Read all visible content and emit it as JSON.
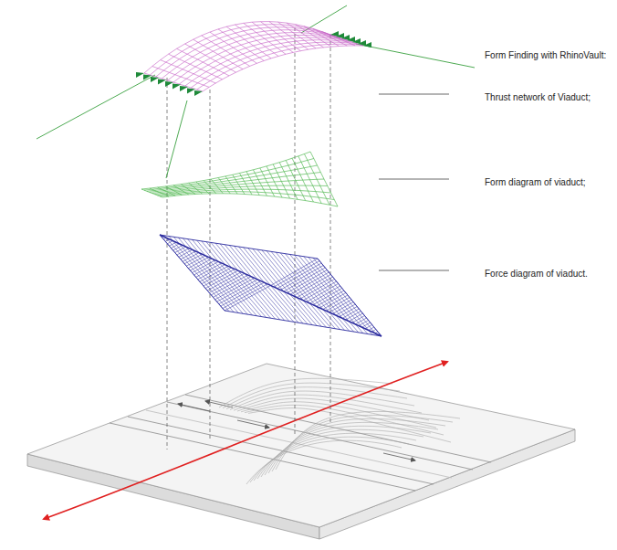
{
  "diagram": {
    "title": "Form Finding with RhinoVault:",
    "labels": [
      "Thrust network of Viaduct;",
      "Form diagram of viaduct;",
      "Force diagram of viaduct."
    ]
  }
}
